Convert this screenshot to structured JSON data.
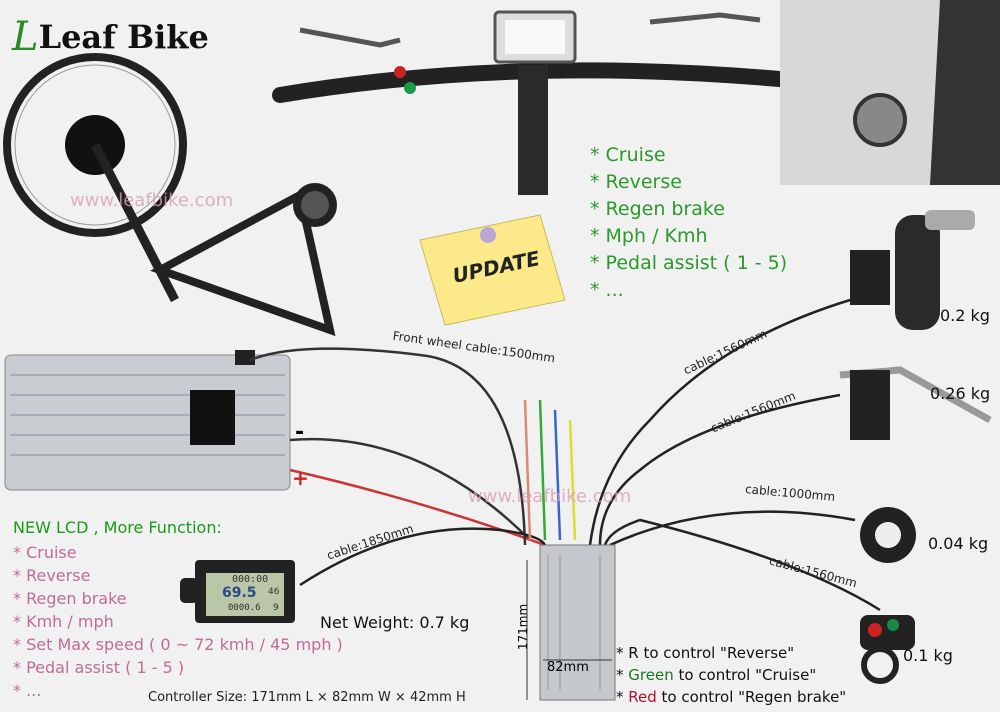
{
  "brand": {
    "name": "Leaf Bike",
    "logo_letter": "L"
  },
  "watermark": "www.leafbike.com",
  "update_note": "UPDATE",
  "display_features": [
    "* Cruise",
    "* Reverse",
    "* Regen brake",
    "* Mph / Kmh",
    "* Pedal assist ( 1 - 5)",
    "* ..."
  ],
  "lcd_section": {
    "heading": "NEW LCD , More Function:",
    "items": [
      "Cruise",
      "Reverse",
      "Regen brake",
      "Kmh / mph",
      "Set Max speed ( 0 ~ 72 kmh / 45 mph )",
      "Pedal assist ( 1 - 5 )",
      "..."
    ],
    "bullet": "*",
    "net_weight": "Net Weight: 0.7 kg",
    "screen": {
      "time": "000:00",
      "speed": "69.5",
      "level": "46",
      "odo": "0000.6",
      "assist": "9"
    }
  },
  "cables": {
    "front_wheel": "Front wheel cable:1500mm",
    "throttle": "cable:1560mm",
    "brake": "cable:1560mm",
    "pas": "cable:1000mm",
    "switch": "cable:1560mm",
    "lcd": "cable:1850mm"
  },
  "weights": {
    "throttle": "0.2 kg",
    "brake": "0.26 kg",
    "pas": "0.04 kg",
    "switch": "0.1 kg"
  },
  "battery": {
    "minus": "-",
    "plus": "+"
  },
  "controller": {
    "length": "171mm",
    "width": "82mm",
    "size_text": "Controller Size: 171mm L × 82mm W × 42mm H"
  },
  "switch_notes": [
    {
      "prefix": "* ",
      "highlight": "",
      "rest": "R to control \"Reverse\""
    },
    {
      "prefix": "* ",
      "highlight": "Green",
      "rest": " to control \"Cruise\"",
      "color": "#1a7a1a"
    },
    {
      "prefix": "* ",
      "highlight": "Red",
      "rest": " to control \"Regen brake\"",
      "color": "#b0102a"
    }
  ]
}
